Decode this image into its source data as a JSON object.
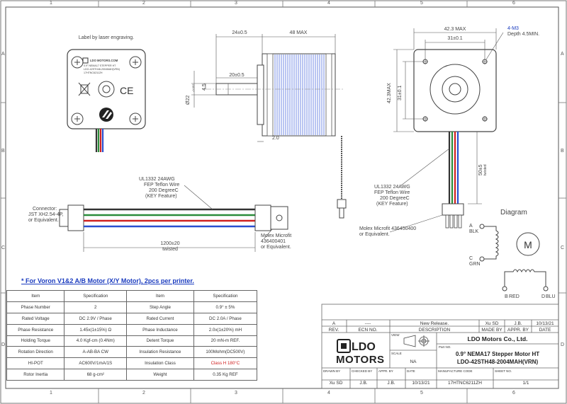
{
  "grid": {
    "cols": [
      "1",
      "2",
      "3",
      "4",
      "5",
      "6"
    ],
    "rows": [
      "A",
      "B",
      "C",
      "D"
    ]
  },
  "front_label": {
    "caption": "Label by laser engraving.",
    "brand": "LDO MOTORS.COM",
    "lines": [
      "0.9° NEMA17 STEPPER HT",
      "LDO-42STH48-2004MAH(VRN)",
      "17HTNC6211ZH"
    ]
  },
  "side_view": {
    "dim_24": "24±0.5",
    "dim_48": "48 MAX",
    "dim_20": "20±0.5",
    "dim_shaft_dia": "Ø22",
    "dim_tol": "-0.052",
    "dim_4_5": "4.5",
    "dim_2_0": "2.0"
  },
  "end_view": {
    "dim_42_3_top": "42.3 MAX",
    "dim_31_top": "31±0.1",
    "dim_42_3_side": "42.3MAX",
    "dim_31_side": "31±0.1",
    "thread": "4-M3",
    "depth": "Depth 4.5MIN."
  },
  "wire_callout_1": [
    "UL1332 24AWG",
    "FEP Teflon Wire",
    "200 DegreeC",
    "(KEY Feature)"
  ],
  "wire_callout_2": [
    "UL1332 24AWG",
    "FEP Teflon Wire",
    "200 DegreeC",
    "(KEY Feature)"
  ],
  "connector_left": [
    "Connector:",
    "JST XH2.54-4P,",
    "or Equivalent."
  ],
  "molex_1": [
    "Molex Microfit",
    "436400401",
    "or Equivalent."
  ],
  "molex_2": [
    "Molex Microfit  436450400",
    "or Equivalent."
  ],
  "cable_length": [
    "1200±20",
    "twisted"
  ],
  "lead_length": [
    "50±5",
    "twisted"
  ],
  "diagram": {
    "title": "Diagram",
    "motor": "M",
    "a_label": "A",
    "a_color": "BLK",
    "c_label": "C",
    "c_color": "GRN",
    "b_label": "B",
    "b_color": "RED",
    "d_label": "D",
    "d_color": "BLU"
  },
  "note": "*  For Voron V1&2 A/B Motor (X/Y Motor), 2pcs per printer.",
  "spec_table": {
    "headers": [
      "Item",
      "Specification",
      "Item",
      "Specification"
    ],
    "rows": [
      [
        "Phase Number",
        "2",
        "Step Angle",
        "0.9° ± 5%"
      ],
      [
        "Rated Voltage",
        "DC 2.9V / Phase",
        "Rated Current",
        "DC 2.0A / Phase"
      ],
      [
        "Phase Resistance",
        "1.45x(1±15%) Ω",
        "Phase Inductance",
        "2.0x(1±20%) mH"
      ],
      [
        "Holding Torque",
        "4.0 Kgf-cm (0.4Nm)",
        "Detent Torque",
        "20 mN-m REF."
      ],
      [
        "Rotation Direction",
        "A-AB-BA CW",
        "Insulation Resistance",
        "100Mohm(DC500V)"
      ],
      [
        "HI-POT",
        "AC600V/1mA/1S",
        "Insulation Class",
        "Class H 180°C"
      ],
      [
        "Rotor Inertia",
        "68 g-cm²",
        "Weight",
        "0.35 Kg REF"
      ]
    ],
    "highlight_color": "#d02020"
  },
  "title_block": {
    "rev_row": [
      "A",
      "----",
      "New Release.",
      "Xu SD",
      "J.B.",
      "10/13/21"
    ],
    "rev_headers": [
      "REV.",
      "ECN NO.",
      "DESCRIPTION",
      "MADE BY",
      "APPR. BY",
      "DATE"
    ],
    "view": "VIEW",
    "scale_label": "SCALE",
    "scale": "NA",
    "company": "LDO Motors Co., Ltd.",
    "part_no_label": "Part NO.",
    "part_name_1": "0.9° NEMA17 Stepper Motor HT",
    "part_name_2": "LDO-42STH48-2004MAH(VRN)",
    "logo_1": "LDO",
    "logo_2": "MOTORS",
    "drawn_by_label": "DRAWN BY",
    "drawn_by": "Xu SD",
    "checked_by_label": "CHECKED BY",
    "checked_by": "J.B.",
    "appr_by_label": "APPR. BY",
    "appr_by": "J.B.",
    "date_label": "DATE",
    "date": "10/13/21",
    "mfg_code_label": "MANUFACTURE CODE",
    "mfg_code": "17HTNC6211ZH",
    "sheet_label": "SHEET NO.",
    "sheet": "1/1"
  }
}
